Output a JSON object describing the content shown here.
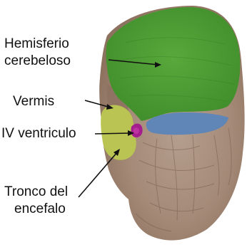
{
  "labels": {
    "hemisferio": {
      "line1": "Hemisferio",
      "line2": "cerebeloso"
    },
    "vermis": "Vermis",
    "ventriculo": "IV ventriculo",
    "tronco": {
      "line1": "Tronco del",
      "line2": "encefalo"
    }
  },
  "colors": {
    "hemisphere": "#4a9a32",
    "vermis_region": "#b9c452",
    "fourth_ventricle": "#a51e8e",
    "brainstem_blue": "#5f86b6",
    "tissue": "#a58d7c",
    "label_line": "#111111"
  }
}
